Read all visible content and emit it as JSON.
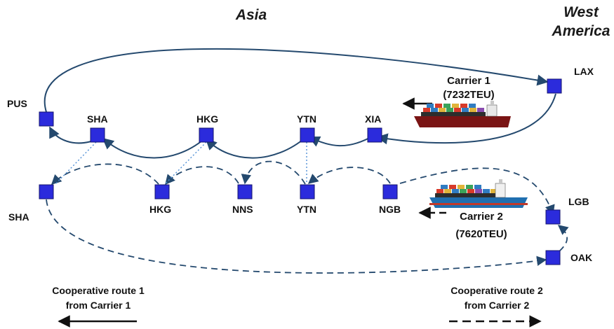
{
  "regions": {
    "asia": "Asia",
    "west_america_line1": "West",
    "west_america_line2": "America"
  },
  "route1_ports": {
    "lax": "LAX",
    "pus": "PUS",
    "sha": "SHA",
    "hkg": "HKG",
    "ytn": "YTN",
    "xia": "XIA"
  },
  "route2_ports": {
    "sha": "SHA",
    "hkg": "HKG",
    "nns": "NNS",
    "ytn": "YTN",
    "ngb": "NGB",
    "lgb": "LGB",
    "oak": "OAK"
  },
  "carrier1": {
    "line1": "Carrier 1",
    "line2": "(7232TEU)"
  },
  "carrier2": {
    "line1": "Carrier 2",
    "line2": "(7620TEU)"
  },
  "legend": {
    "route1_line1": "Cooperative route 1",
    "route1_line2": "from Carrier 1",
    "route2_line1": "Cooperative route 2",
    "route2_line2": "from Carrier 2"
  },
  "colors": {
    "port_fill": "#2b2bdc",
    "route_line": "#24496e",
    "coop_link": "#4f8fd6",
    "ship_hull_1": "#7a1414",
    "ship_hull_2": "#1f6fb0"
  }
}
